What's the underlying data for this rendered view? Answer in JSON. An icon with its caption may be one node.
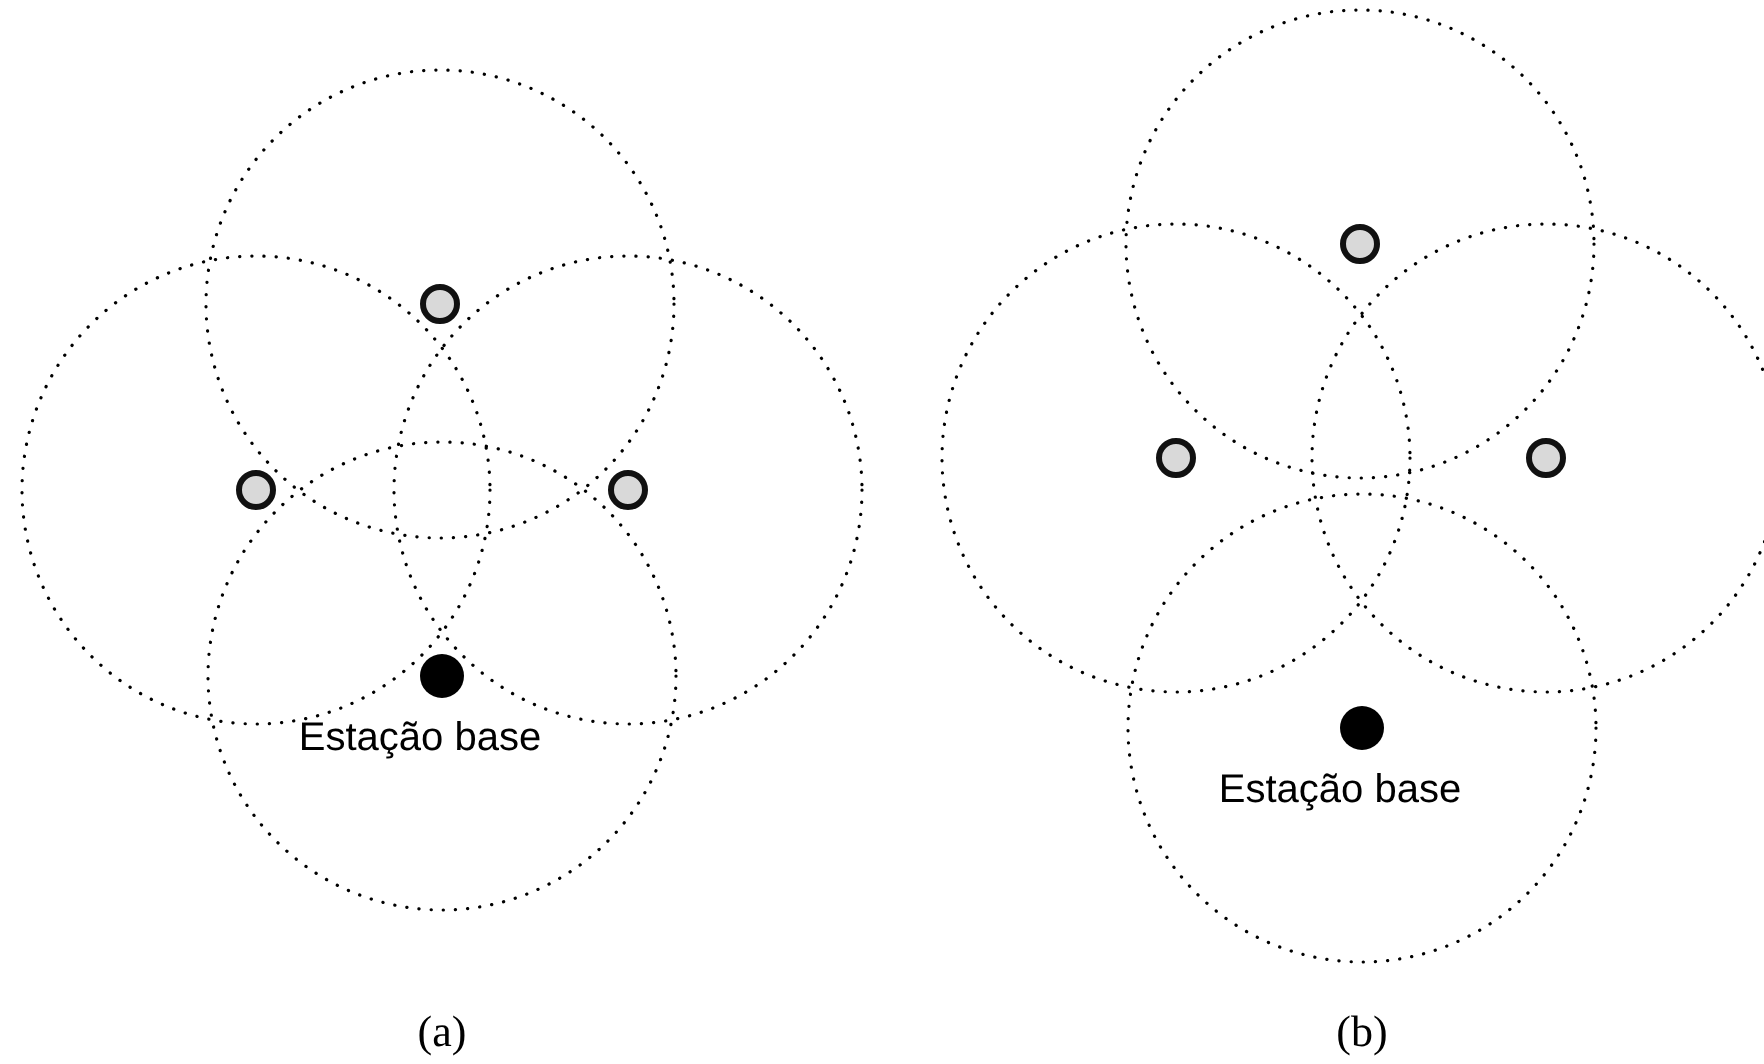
{
  "diagram": {
    "nodes": [
      {
        "text": [],
        "shape": "circle"
      },
      {
        "text": [],
        "shape": "circle"
      },
      {
        "text": [],
        "shape": "circle"
      },
      {
        "text": [],
        "shape": "circle",
        "beside": [
          "Estação base"
        ]
      },
      {
        "text": [],
        "shape": "circle"
      },
      {
        "text": [],
        "shape": "circle"
      },
      {
        "text": [],
        "shape": "circle"
      },
      {
        "text": [],
        "shape": "circle",
        "beside": [
          "Estação base"
        ]
      }
    ],
    "edges": [],
    "labels": [
      "(a)",
      "(b)"
    ]
  }
}
